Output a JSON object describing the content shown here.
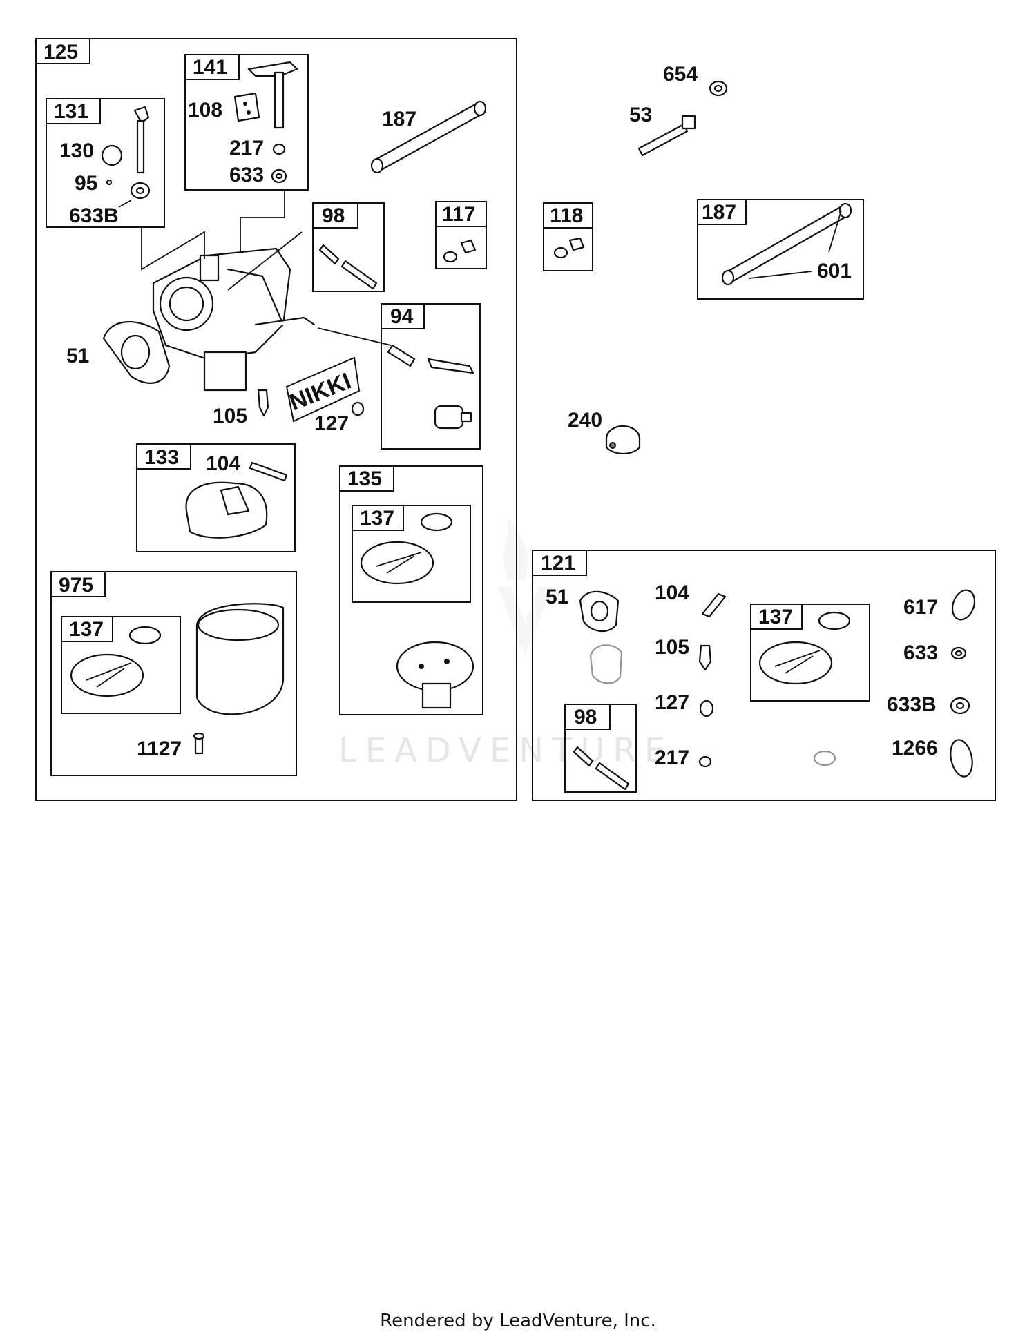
{
  "footer": "Rendered by LeadVenture, Inc.",
  "watermark": "LEADVENTURE",
  "kits": {
    "k125": "125",
    "k141": "141",
    "k131": "131",
    "k98a": "98",
    "k117": "117",
    "k94": "94",
    "k133": "133",
    "k135": "135",
    "k137a": "137",
    "k975": "975",
    "k137b": "137",
    "k118": "118",
    "k187b": "187",
    "k121": "121",
    "k137c": "137",
    "k98b": "98"
  },
  "parts": {
    "p108": "108",
    "p217a": "217",
    "p633a": "633",
    "p130": "130",
    "p95": "95",
    "p633Ba": "633B",
    "p187a": "187",
    "p51a": "51",
    "p105a": "105",
    "p127a": "127",
    "p104a": "104",
    "p1127": "1127",
    "p654": "654",
    "p53": "53",
    "p601": "601",
    "p240": "240",
    "p51b": "51",
    "p104b": "104",
    "p105b": "105",
    "p127b": "127",
    "p217b": "217",
    "p617": "617",
    "p633b": "633",
    "p633Bb": "633B",
    "p1266": "1266"
  },
  "brand_label": "NIKKI"
}
